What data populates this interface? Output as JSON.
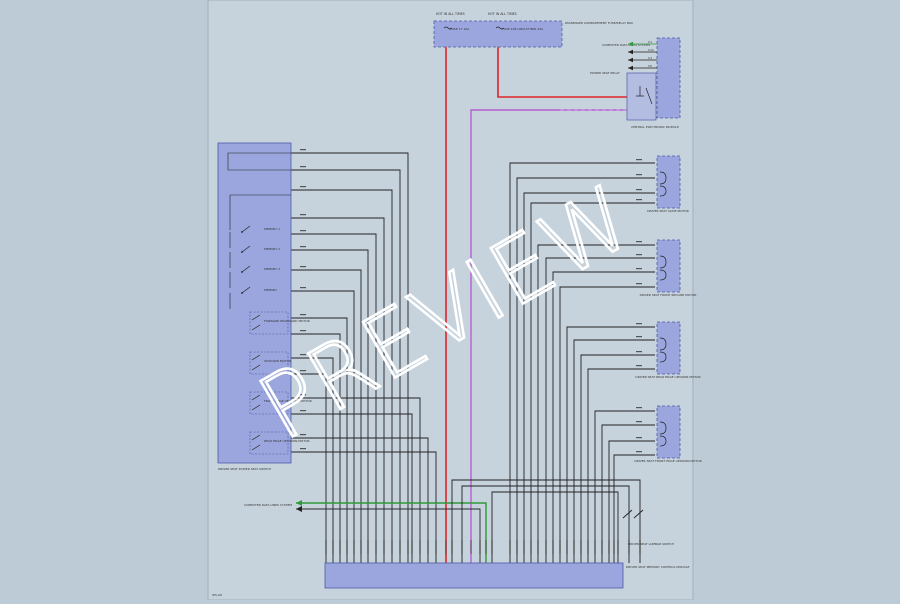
{
  "colors": {
    "background": "#bccbd6",
    "sheet": "#c6d2dc",
    "module_fill": "#9aa6dd",
    "module_stroke": "#4d5aa8",
    "wire_black": "#222222",
    "wire_red": "#e0242b",
    "wire_violet": "#b65fd0",
    "wire_green": "#2e9a3a",
    "watermark": "#ffffff"
  },
  "watermark": {
    "text": "PREVIEW"
  },
  "fuse_box": {
    "hot_labels": [
      "HOT IN ALL TIMES",
      "HOT IN ALL TIMES"
    ],
    "fuse_lines": [
      "FUSE 17 10A",
      "FUSE 228 CIRCUIT BKR 30A"
    ],
    "name": "PASSENGER COMPARTMENT FUSE/RELAY BOX"
  },
  "central_module": {
    "name": "CENTRAL ELECTRONIC MODULE",
    "connector_note": "COMPUTER DATA LINES SYSTEM",
    "pin_labels": [
      "C1",
      "C11",
      "C3",
      "C5"
    ],
    "relay_label": "POWER SEAT RELAY"
  },
  "left_module": {
    "name": "DRIVER SEAT POWER SEAT SWITCH",
    "switch_labels": [
      "MEMORY 1",
      "MEMORY 2",
      "MEMORY 3",
      "MEMORY"
    ],
    "group_labels": [
      "FORWARD REARWARD MOTOR",
      "UP/DOWN MOTOR",
      "FRONT EDGE UP/DOWN MOTOR",
      "REAR EDGE UP/DOWN MOTOR"
    ]
  },
  "motors": [
    {
      "label": "DRIVER SEAT SLIDE MOTOR"
    },
    {
      "label": "DRIVER SEAT FRONT RECLINE MOTOR"
    },
    {
      "label": "DRIVER SEAT REAR EDGE UPDOWN MOTOR"
    },
    {
      "label": "DRIVER SEAT FRONT EDGE UPDOWN MOTOR"
    }
  ],
  "bottom_module": {
    "name": "DRIVER SEAT MEMORY CONTROL MODULE"
  },
  "data_link": {
    "label": "COMPUTER DATA LINES SYSTEM"
  },
  "lumbar_switch": {
    "label": "DRIVER SEAT LUMBAR SWITCH"
  },
  "page_ref": "W5-09"
}
